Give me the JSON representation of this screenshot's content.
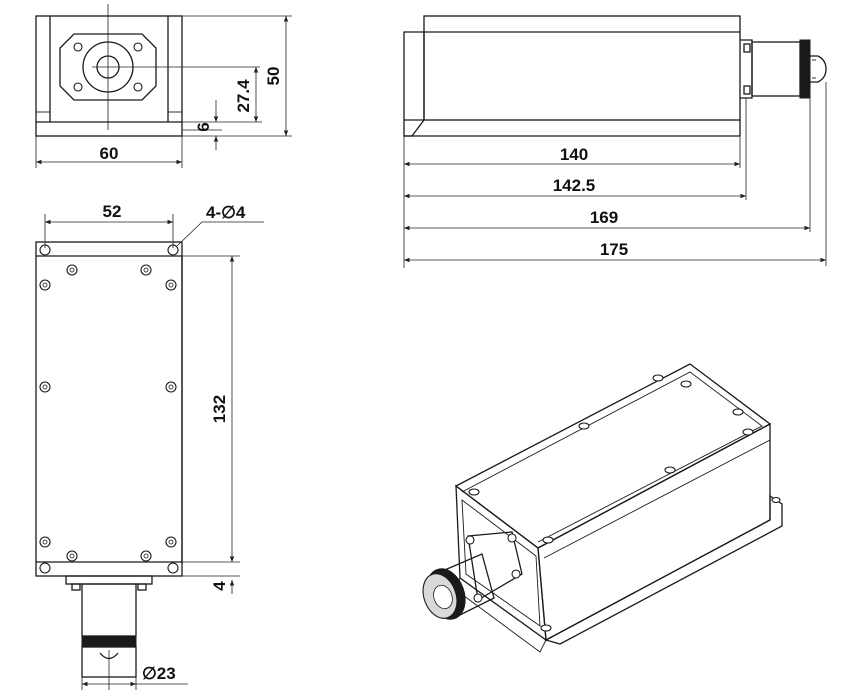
{
  "dimensions": {
    "front_width": "60",
    "front_height": "50",
    "beam_height": "27.4",
    "base_offset": "6",
    "hole_spacing": "52",
    "mount_holes": "4-∅4",
    "body_length": "132",
    "flange_thickness": "4",
    "connector_diameter": "∅23",
    "length_140": "140",
    "length_142_5": "142.5",
    "length_169": "169",
    "length_175": "175"
  }
}
